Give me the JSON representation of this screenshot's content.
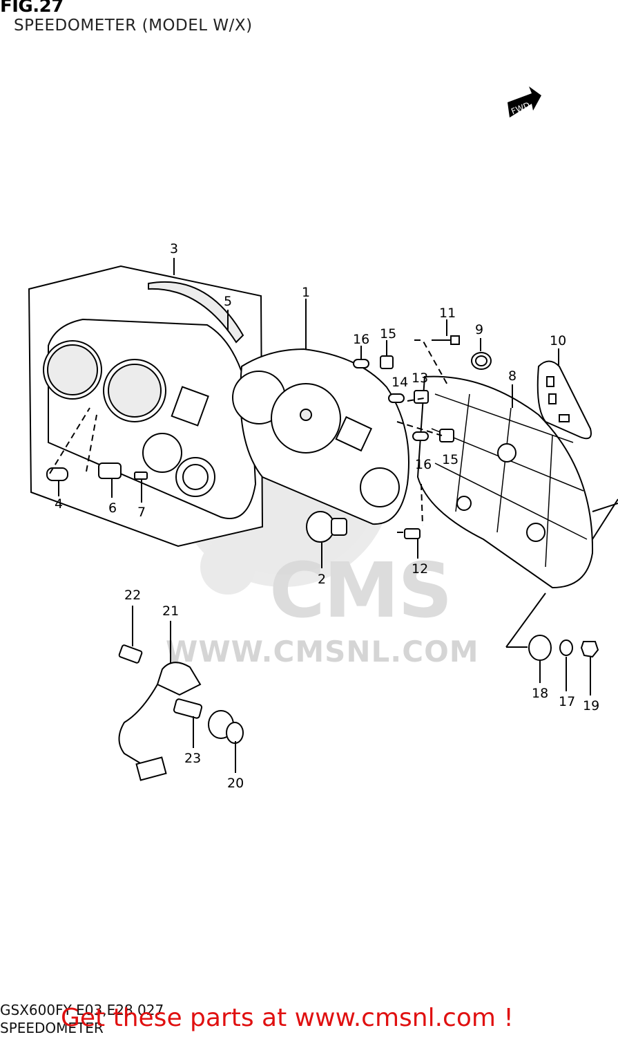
{
  "header": {
    "figure": "FIG.27",
    "subtitle": "SPEEDOMETER (MODEL W/X)"
  },
  "direction_label": "FWD",
  "watermark": {
    "brand": "CMS",
    "url": "WWW.CMSNL.COM"
  },
  "callouts": {
    "c1": "1",
    "c2": "2",
    "c3": "3",
    "c4": "4",
    "c5": "5",
    "c6": "6",
    "c7": "7",
    "c8": "8",
    "c9": "9",
    "c10": "10",
    "c11": "11",
    "c12": "12",
    "c13": "13",
    "c14": "14",
    "c15a": "15",
    "c15b": "15",
    "c16a": "16",
    "c16b": "16",
    "c17": "17",
    "c18": "18",
    "c19": "19",
    "c20": "20",
    "c21": "21",
    "c22": "22",
    "c23": "23"
  },
  "footer": {
    "model_code": "GSX600FY E03,E28 027",
    "section_name": "SPEEDOMETER",
    "cta": "Get these parts at www.cmsnl.com !"
  },
  "colors": {
    "cta": "#e01010",
    "watermark": "#d9d9d9"
  }
}
